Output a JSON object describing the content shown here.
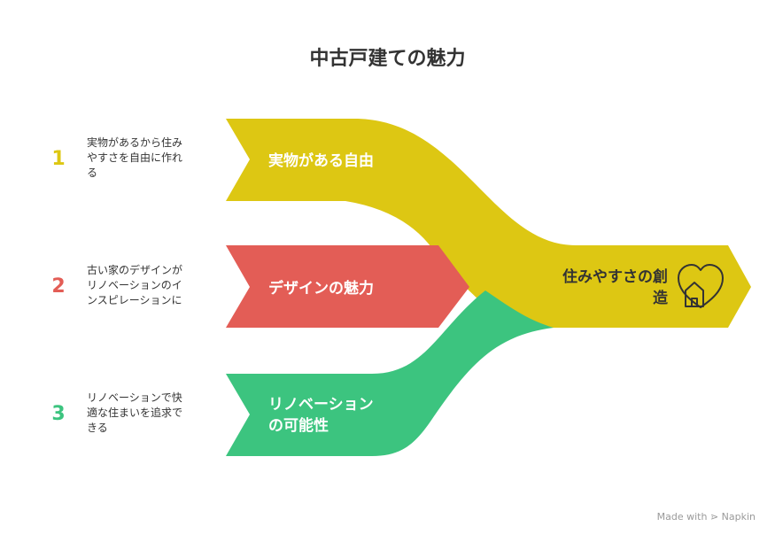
{
  "title": "中古戸建ての魅力",
  "colors": {
    "yellow": "#DDC713",
    "red": "#E35D56",
    "green": "#3CC47F"
  },
  "items": [
    {
      "number": "1",
      "description_lines": [
        "実物があるから住み",
        "やすさを自由に作れ",
        "る"
      ],
      "label_lines": [
        "実物がある自由"
      ],
      "color": "#DDC713"
    },
    {
      "number": "2",
      "description_lines": [
        "古い家のデザインが",
        "リノベーションのイ",
        "ンスピレーションに"
      ],
      "label_lines": [
        "デザインの魅力"
      ],
      "color": "#E35D56"
    },
    {
      "number": "3",
      "description_lines": [
        "リノベーションで快",
        "適な住まいを追求で",
        "きる"
      ],
      "label_lines": [
        "リノベーション",
        "の可能性"
      ],
      "color": "#3CC47F"
    }
  ],
  "result": {
    "label_lines": [
      "住みやすさの創",
      "造"
    ],
    "icon": "heart-house-icon"
  },
  "footer": "Made with ⋗ Napkin"
}
